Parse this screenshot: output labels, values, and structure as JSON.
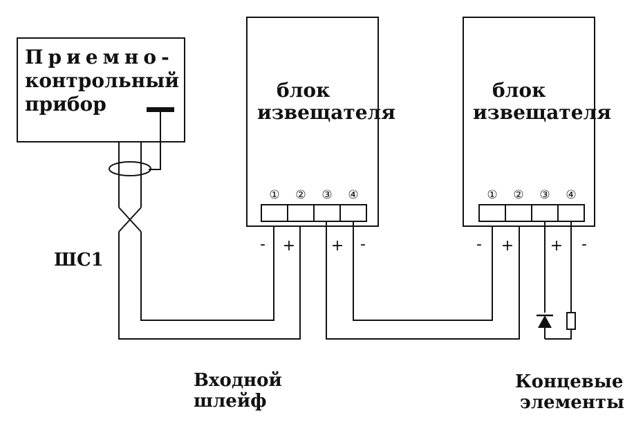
{
  "panel": {
    "title_line1": "Приемно-",
    "title_line2": "контрольный",
    "title_line3": "прибор"
  },
  "detector1": {
    "label_line1": "блок",
    "label_line2": "извещателя",
    "terminals": [
      "①",
      "②",
      "③",
      "④"
    ],
    "polarity": [
      "-",
      "+",
      "+",
      "-"
    ]
  },
  "detector2": {
    "label_line1": "блок",
    "label_line2": "извещателя",
    "terminals": [
      "①",
      "②",
      "③",
      "④"
    ],
    "polarity": [
      "-",
      "+",
      "+",
      "-"
    ]
  },
  "loop_label": "ШС1",
  "input_loop": {
    "line1": "Входной",
    "line2": "шлейф"
  },
  "end_elements": {
    "line1": "Концевые",
    "line2": "элементы"
  }
}
